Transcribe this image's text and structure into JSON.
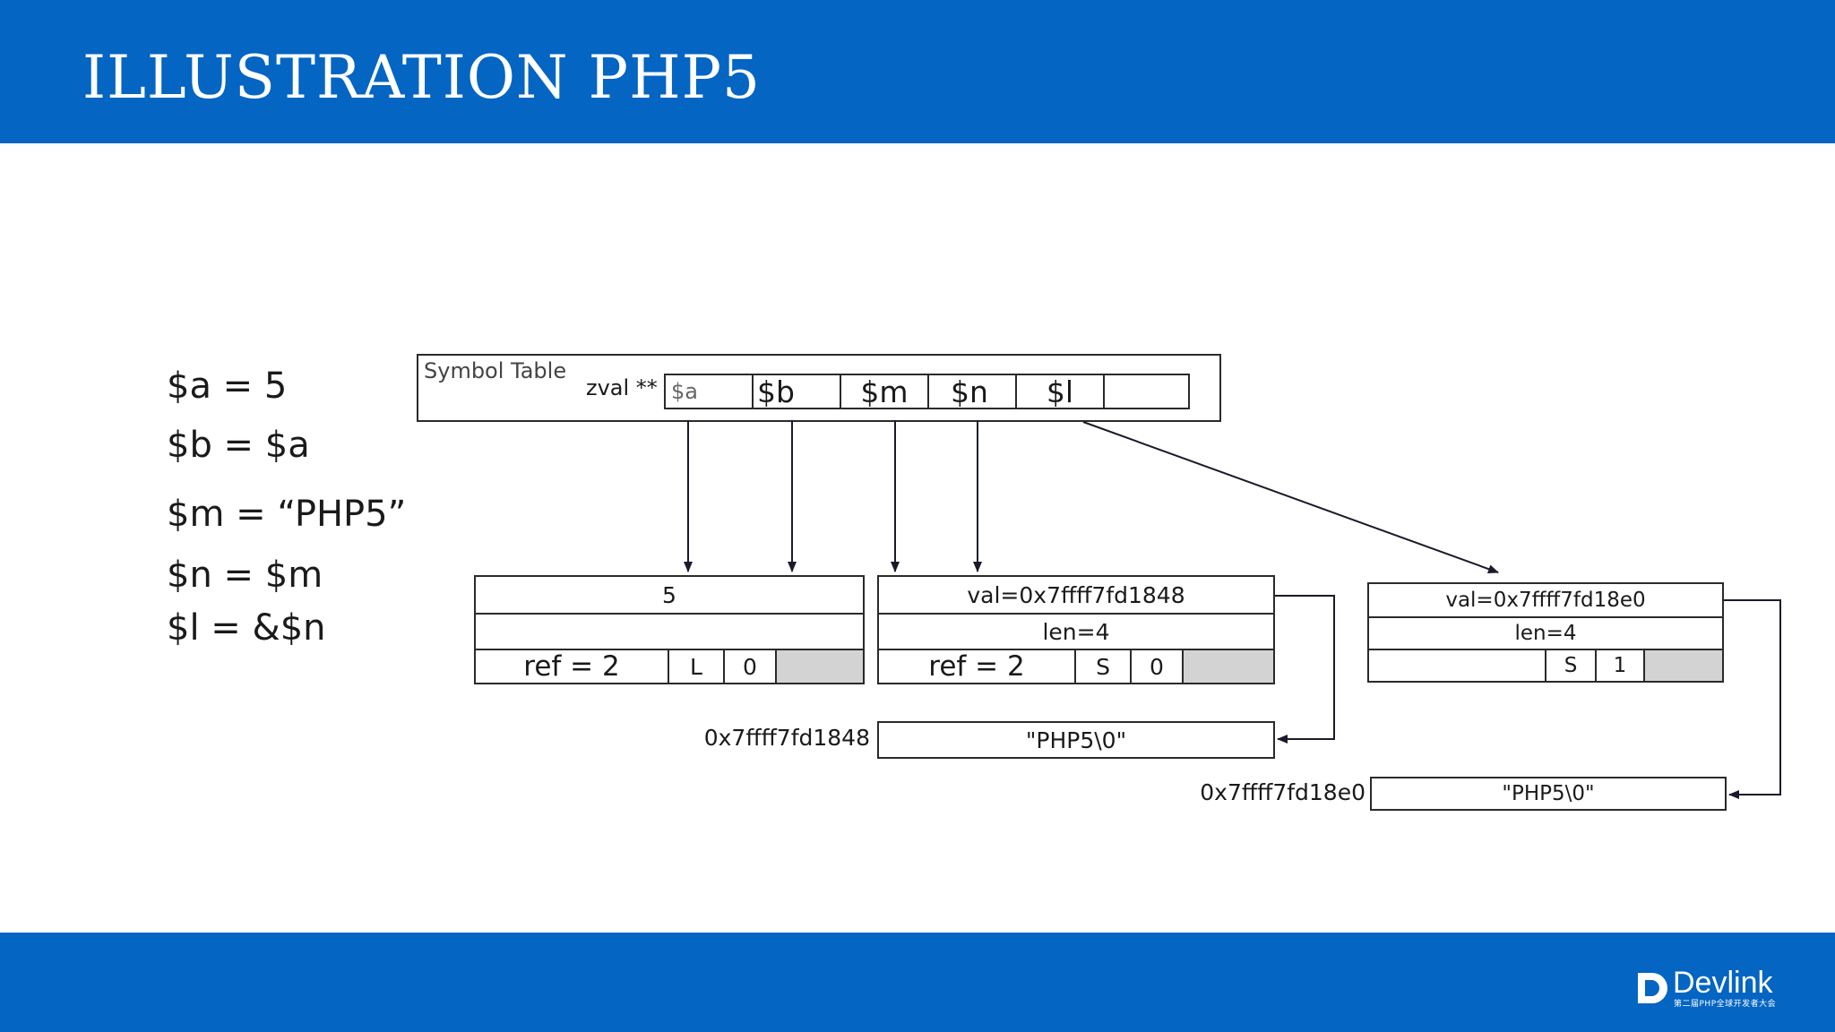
{
  "slide": {
    "title": "ILLUSTRATION PHP5"
  },
  "code": [
    "$a = 5",
    "$b = $a",
    "$m = “PHP5”",
    "$n = $m",
    "$l = &$n"
  ],
  "symbol_table": {
    "label": "Symbol Table",
    "zval_label": "zval **",
    "slots": [
      "$a",
      "$b",
      "$m",
      "$n",
      "$l",
      ""
    ]
  },
  "zval_a": {
    "value": "5",
    "ref": "ref = 2",
    "flag": "L",
    "is_ref": "0"
  },
  "zval_m": {
    "val": "val=0x7ffff7fd1848",
    "len": "len=4",
    "ref": "ref = 2",
    "flag": "S",
    "is_ref": "0"
  },
  "zval_l": {
    "val": "val=0x7ffff7fd18e0",
    "len": "len=4",
    "ref": "",
    "flag": "S",
    "is_ref": "1"
  },
  "string_1": {
    "address": "0x7ffff7fd1848",
    "value": "\"PHP5\\0\""
  },
  "string_2": {
    "address": "0x7ffff7fd18e0",
    "value": "\"PHP5\\0\""
  },
  "logo": {
    "name": "Devlink",
    "tagline": "第二届PHP全球开发者大会"
  },
  "colors": {
    "brand_blue": "#0465c2",
    "flag_gray": "#d3d3d3"
  }
}
